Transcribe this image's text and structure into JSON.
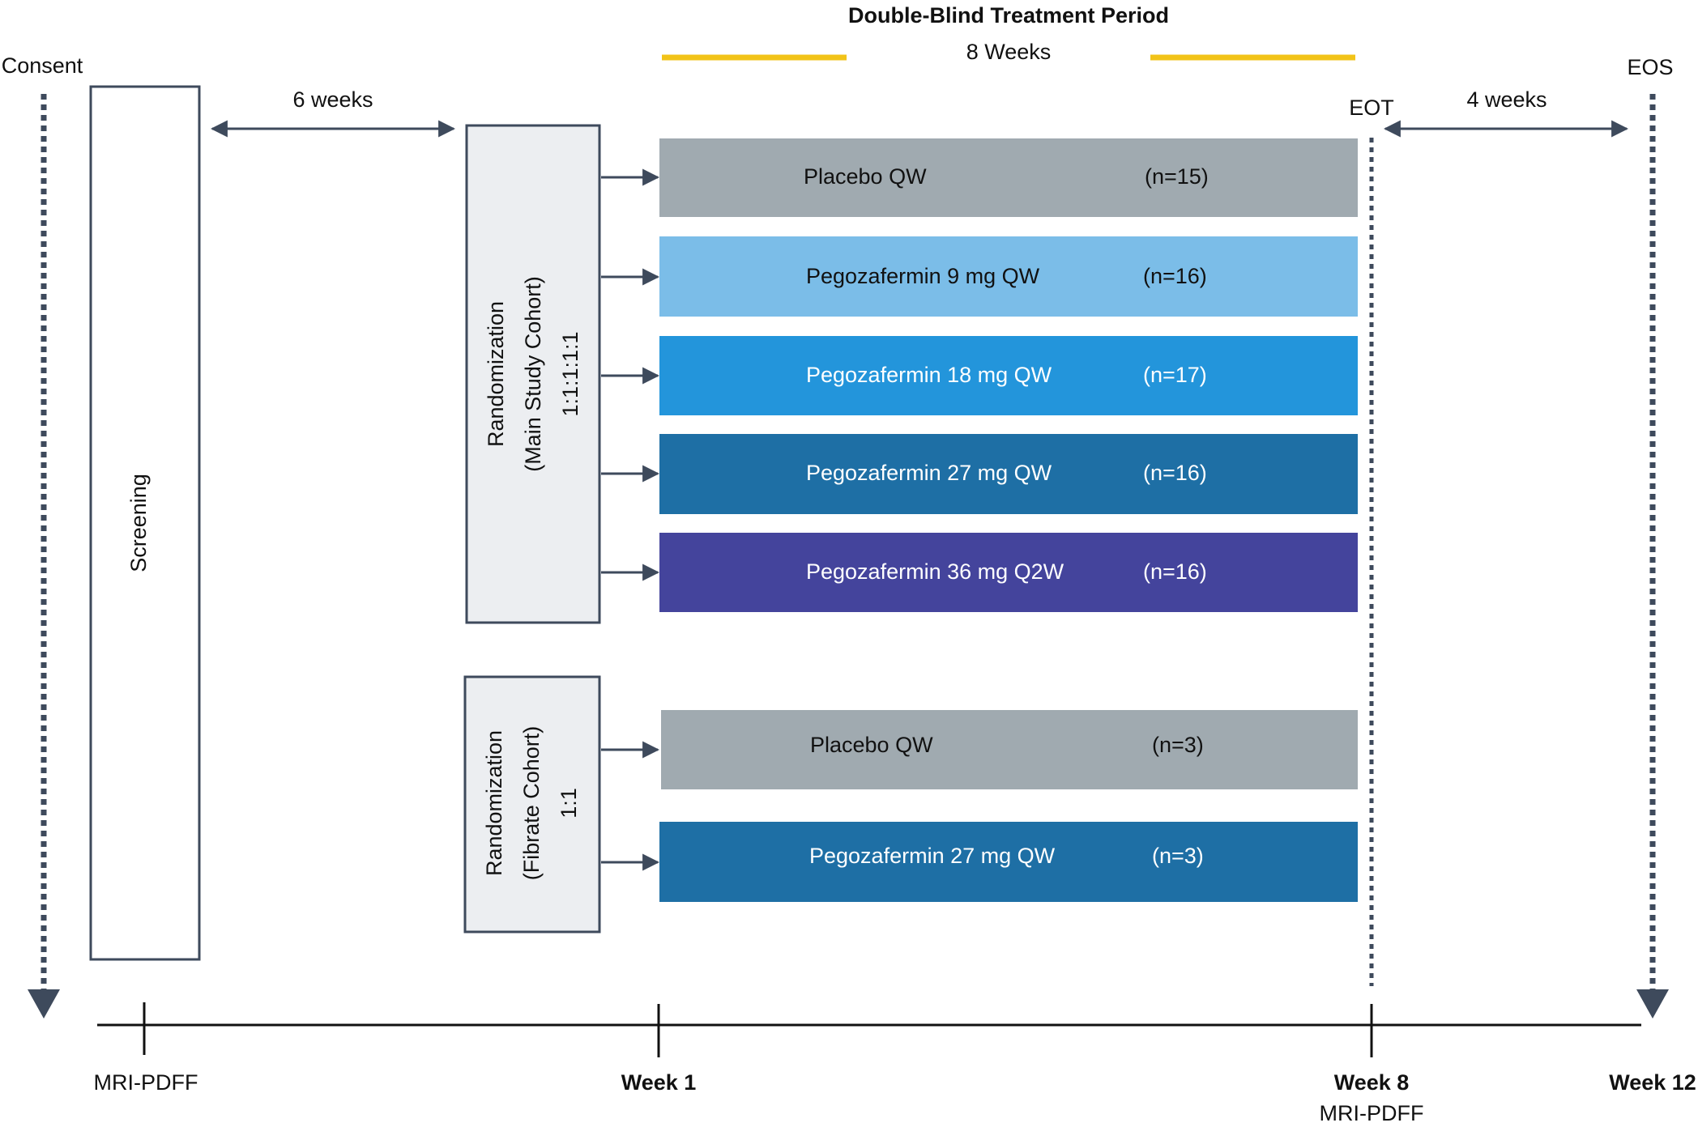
{
  "header": {
    "title": "Double-Blind Treatment Period",
    "duration": "8 Weeks"
  },
  "milestones": {
    "consent": "Consent",
    "eos": "EOS",
    "eot": "EOT"
  },
  "intervals": {
    "screening_gap": "6 weeks",
    "follow_up": "4 weeks"
  },
  "screening": {
    "label": "Screening"
  },
  "randomization_main": {
    "line1": "Randomization",
    "line2": "(Main Study Cohort)",
    "line3": "1:1:1:1:1"
  },
  "randomization_fibrate": {
    "line1": "Randomization",
    "line2": "(Fibrate Cohort)",
    "line3": "1:1"
  },
  "arms_main": [
    {
      "name": "Placebo QW",
      "n": "(n=15)",
      "color": "#a0aab0"
    },
    {
      "name": "Pegozafermin 9 mg QW",
      "n": "(n=16)",
      "color": "#7bbde8"
    },
    {
      "name": "Pegozafermin 18 mg QW",
      "n": "(n=17)",
      "color": "#2395db"
    },
    {
      "name": "Pegozafermin 27 mg QW",
      "n": "(n=16)",
      "color": "#1e6fa5"
    },
    {
      "name": "Pegozafermin 36 mg Q2W",
      "n": "(n=16)",
      "color": "#44449c"
    }
  ],
  "arms_fibrate": [
    {
      "name": "Placebo QW",
      "n": "(n=3)",
      "color": "#a0aab0"
    },
    {
      "name": "Pegozafermin 27 mg QW",
      "n": "(n=3)",
      "color": "#1e6fa5"
    }
  ],
  "timeline": {
    "screening_mark": "MRI-PDFF",
    "week1": "Week 1",
    "week8": "Week 8",
    "week8_sub": "MRI-PDFF",
    "week12": "Week 12"
  },
  "colors": {
    "accent_bar": "#f2c318",
    "arrow": "#3e4a5c",
    "box_fill": "#eceef1",
    "box_stroke": "#3e4a5c"
  }
}
